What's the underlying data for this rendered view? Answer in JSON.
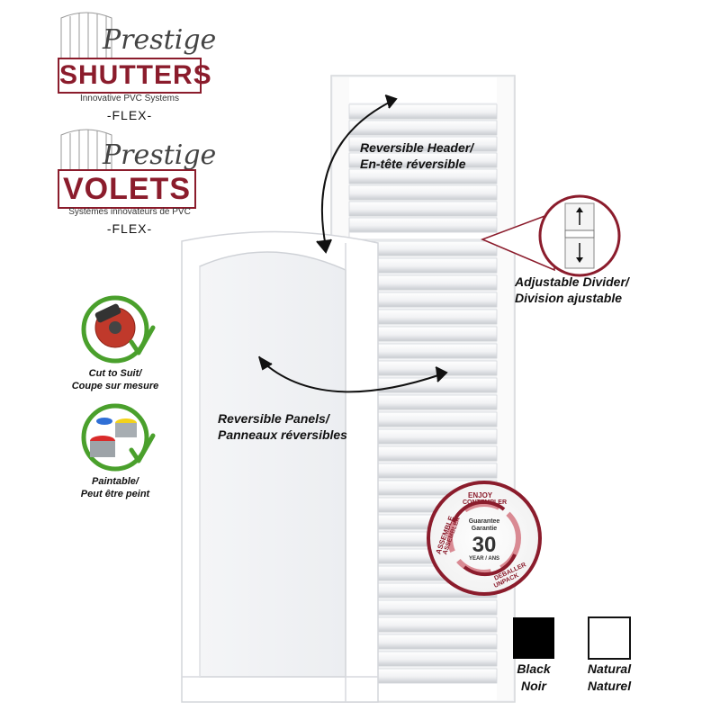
{
  "brand_en": {
    "script": "Prestige",
    "wordmark": "SHUTTERS",
    "tagline": "Innovative PVC Systems",
    "line": "-FLEX-"
  },
  "brand_fr": {
    "script": "Prestige",
    "wordmark": "VOLETS",
    "tagline": "Systèmes innovateurs de PVC",
    "line": "-FLEX-"
  },
  "features": [
    {
      "label_en": "Cut to Suit/",
      "label_fr": "Coupe sur mesure",
      "icon": "saw-icon"
    },
    {
      "label_en": "Paintable/",
      "label_fr": "Peut être peint",
      "icon": "paint-cans-icon"
    }
  ],
  "callouts": {
    "header_en": "Reversible Header/",
    "header_fr": "En-tête réversible",
    "divider_en": "Adjustable Divider/",
    "divider_fr": "Division ajustable",
    "panels_en": "Reversible Panels/",
    "panels_fr": "Panneaux réversibles"
  },
  "badge": {
    "top": "ENJOY",
    "top2": "CONTEMPLER",
    "left": "ASSEMBLE",
    "left2": "ASSEMBLER",
    "bottom": "DEBALLER",
    "bottom2": "UNPACK",
    "guarantee_en": "Guarantee",
    "guarantee_fr": "Garantie",
    "years": "30",
    "years_label": "YEAR / ANS"
  },
  "colors": [
    {
      "name_en": "Black",
      "name_fr": "Noir",
      "hex": "#000000"
    },
    {
      "name_en": "Natural",
      "name_fr": "Naturel",
      "hex": "#ffffff"
    }
  ],
  "accent": "#8b1c2c"
}
